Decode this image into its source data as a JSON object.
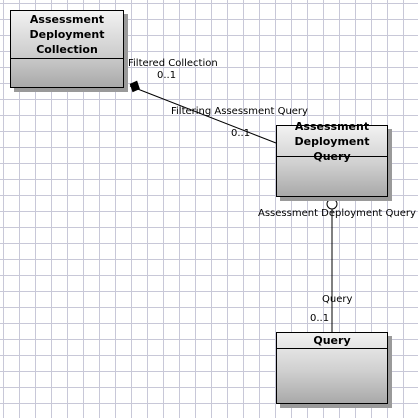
{
  "diagram": {
    "classes": {
      "collection": {
        "name": "Assessment\nDeployment\nCollection"
      },
      "query_class": {
        "name": "Assessment\nDeployment Query"
      },
      "query": {
        "name": "Query"
      }
    },
    "associations": {
      "filtered": {
        "source_role": "Filtered Collection",
        "source_multiplicity": "0..1",
        "target_role": "Filtering Assessment Query",
        "target_multiplicity": "0..1"
      },
      "query_link": {
        "source_role": "Assessment Deployment Query",
        "target_role": "Query",
        "target_multiplicity": "0..1"
      }
    }
  }
}
